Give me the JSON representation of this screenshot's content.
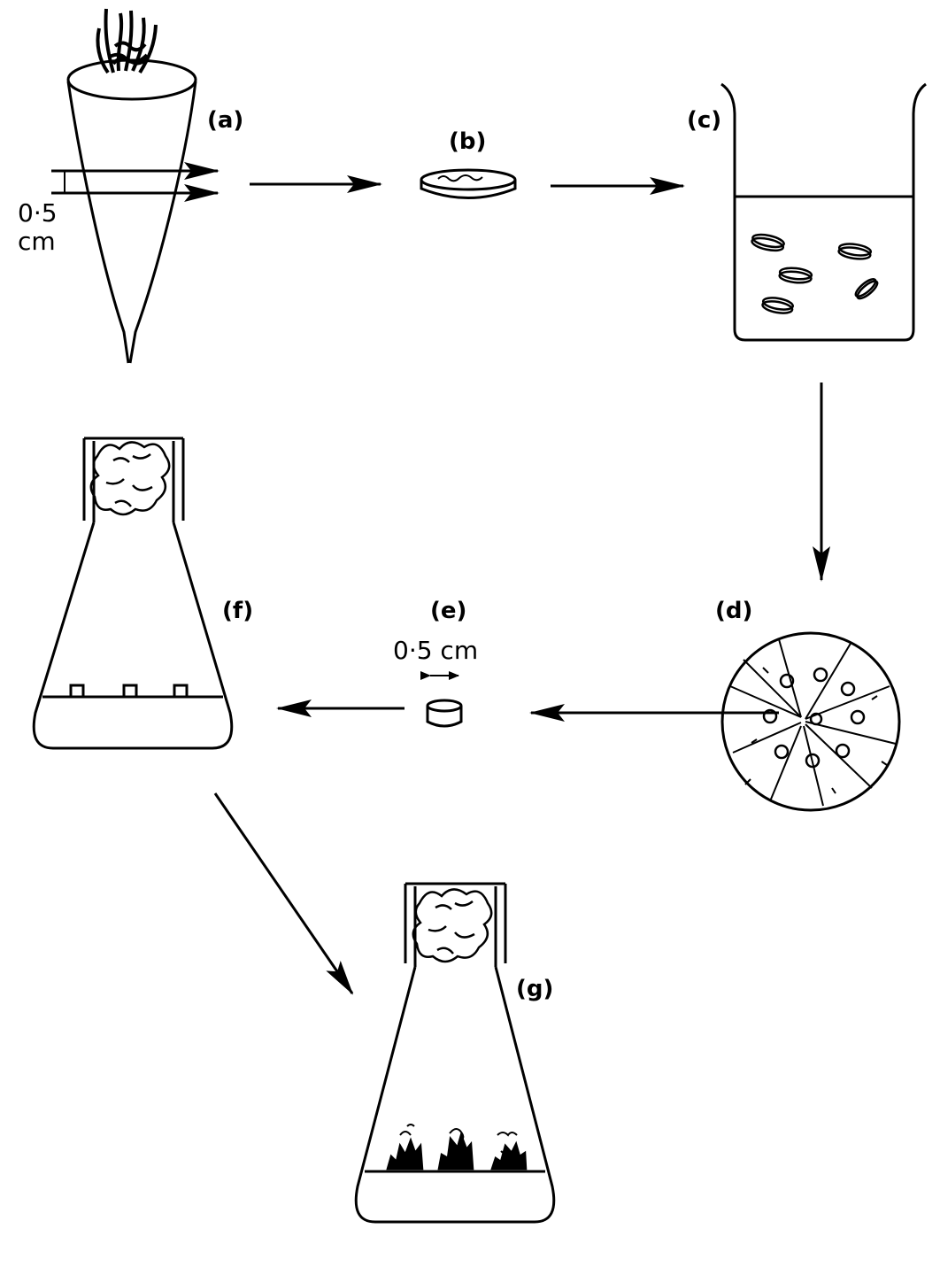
{
  "diagram": {
    "labels": {
      "a": "(a)",
      "b": "(b)",
      "c": "(c)",
      "d": "(d)",
      "e": "(e)",
      "f": "(f)",
      "g": "(g)"
    },
    "measure_a_value": "0·5",
    "measure_a_unit": "cm",
    "measure_e": "0·5 cm",
    "ink_color": "#000000",
    "background_color": "#ffffff"
  }
}
